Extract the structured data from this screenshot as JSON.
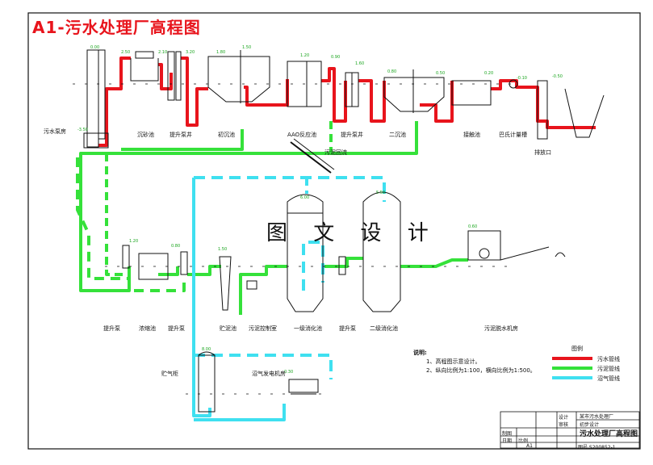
{
  "drawing": {
    "title": "A1-污水处理厂高程图",
    "watermark": "图 文 设 计"
  },
  "units_top": [
    {
      "id": "inlet-well",
      "label": "污水泵房"
    },
    {
      "id": "grit-chamber",
      "label": "沉砂池"
    },
    {
      "id": "primary-pump",
      "label": "提升泵井"
    },
    {
      "id": "primary-clarifier",
      "label": "初沉池"
    },
    {
      "id": "aao-tank",
      "label": "AAO反应池"
    },
    {
      "id": "sludge-return",
      "label": "污泥回流"
    },
    {
      "id": "secondary-pump",
      "label": "提升泵井"
    },
    {
      "id": "secondary-clarifier",
      "label": "二沉池"
    },
    {
      "id": "contact-tank",
      "label": "接触池"
    },
    {
      "id": "flow-meter",
      "label": "巴氏计量槽"
    },
    {
      "id": "outfall",
      "label": "排放口"
    }
  ],
  "units_bottom": [
    {
      "id": "sludge-pump-1",
      "label": "提升泵"
    },
    {
      "id": "thickener",
      "label": "浓缩池"
    },
    {
      "id": "sludge-pump-2",
      "label": "提升泵"
    },
    {
      "id": "storage",
      "label": "贮泥池"
    },
    {
      "id": "sludge-dewater-pump",
      "label": "污泥控制室"
    },
    {
      "id": "primary-digester",
      "label": "一级消化池"
    },
    {
      "id": "pump-3",
      "label": "提升泵"
    },
    {
      "id": "secondary-digester",
      "label": "二级消化池"
    },
    {
      "id": "dewatering",
      "label": "污泥脱水机房"
    },
    {
      "id": "gas-holder",
      "label": "贮气柜"
    },
    {
      "id": "gas-boiler",
      "label": "沼气发电机房"
    }
  ],
  "notes": {
    "heading": "说明:",
    "lines": [
      "1、高程图示意设计。",
      "2、纵向比例为1:100，横向比例为1:500。"
    ]
  },
  "legend": {
    "heading": "图例",
    "items": [
      {
        "label": "污水管线",
        "color": "#e8141c"
      },
      {
        "label": "污泥管线",
        "color": "#35e13a"
      },
      {
        "label": "沼气管线",
        "color": "#3fe0f0"
      }
    ]
  },
  "title_block": {
    "org_line1": "某市污水处理厂",
    "org_line2": "初步设计",
    "sheet_title": "污水处理厂高程图",
    "col_a": "设计",
    "col_b": "审核",
    "col_c": "制图",
    "col_d": "日期",
    "scale_label": "比例",
    "scale_value": "A1",
    "drawing_no": "图号 S200852-1"
  },
  "colors": {
    "sewage": "#e8141c",
    "sludge": "#35e13a",
    "gas": "#3fe0f0",
    "structure": "#111111",
    "annotation": "#1aa51e"
  }
}
